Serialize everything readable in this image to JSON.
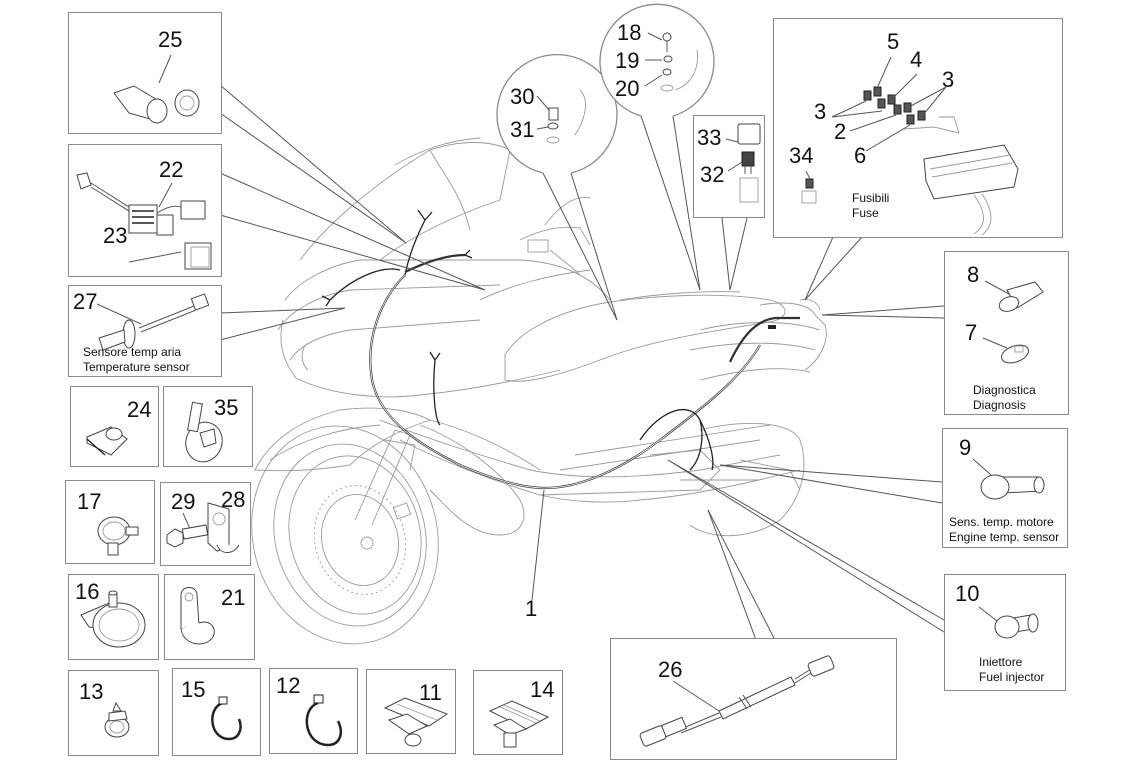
{
  "diagram": {
    "title": "Electrical wiring harness exploded parts diagram (scooter)",
    "main_part": {
      "ref": "1"
    },
    "boxes": [
      {
        "id": "box-25",
        "refs": [
          "25"
        ],
        "caption": []
      },
      {
        "id": "box-22-23",
        "refs": [
          "22",
          "23"
        ],
        "caption": []
      },
      {
        "id": "box-27",
        "refs": [
          "27"
        ],
        "caption": [
          "Sensore temp aria",
          "Temperature sensor"
        ]
      },
      {
        "id": "box-24",
        "refs": [
          "24"
        ],
        "caption": []
      },
      {
        "id": "box-35",
        "refs": [
          "35"
        ],
        "caption": []
      },
      {
        "id": "box-17",
        "refs": [
          "17"
        ],
        "caption": []
      },
      {
        "id": "box-29-28",
        "refs": [
          "29",
          "28"
        ],
        "caption": []
      },
      {
        "id": "box-16",
        "refs": [
          "16"
        ],
        "caption": []
      },
      {
        "id": "box-21",
        "refs": [
          "21"
        ],
        "caption": []
      },
      {
        "id": "box-13",
        "refs": [
          "13"
        ],
        "caption": []
      },
      {
        "id": "box-15",
        "refs": [
          "15"
        ],
        "caption": []
      },
      {
        "id": "box-12",
        "refs": [
          "12"
        ],
        "caption": []
      },
      {
        "id": "box-11",
        "refs": [
          "11"
        ],
        "caption": []
      },
      {
        "id": "box-14",
        "refs": [
          "14"
        ],
        "caption": []
      },
      {
        "id": "box-26",
        "refs": [
          "26"
        ],
        "caption": []
      },
      {
        "id": "box-33-32",
        "refs": [
          "33",
          "32"
        ],
        "caption": []
      },
      {
        "id": "box-fuses",
        "refs": [
          "5",
          "4",
          "3",
          "3",
          "2",
          "6",
          "34"
        ],
        "caption": [
          "Fusibili",
          "Fuse"
        ]
      },
      {
        "id": "box-8-7",
        "refs": [
          "8",
          "7"
        ],
        "caption": [
          "Diagnostica",
          "Diagnosis"
        ]
      },
      {
        "id": "box-9",
        "refs": [
          "9"
        ],
        "caption": [
          "Sens. temp. motore",
          "Engine temp. sensor"
        ]
      },
      {
        "id": "box-10",
        "refs": [
          "10"
        ],
        "caption": [
          "Iniettore",
          "Fuel injector"
        ]
      }
    ],
    "bubbles": [
      {
        "id": "bubble-30-31",
        "refs": [
          "30",
          "31"
        ]
      },
      {
        "id": "bubble-18-20",
        "refs": [
          "18",
          "19",
          "20"
        ]
      }
    ],
    "colors": {
      "outline": "#8a8a8a",
      "text": "#111111",
      "wire": "#333333"
    }
  }
}
